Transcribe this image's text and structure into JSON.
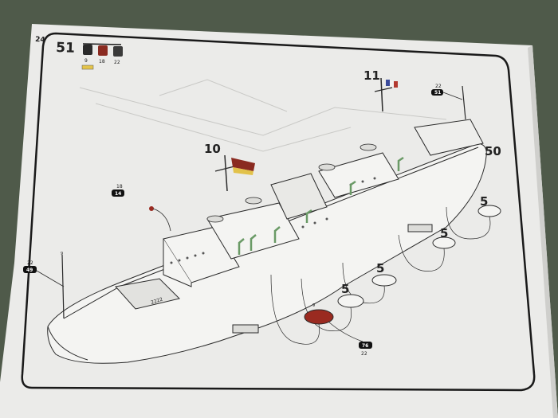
{
  "instruction_sheet": {
    "page_number": "24",
    "step_number": "51",
    "paint_codes": [
      "9",
      "18",
      "22"
    ],
    "callouts": {
      "step_10": "10",
      "step_11": "11",
      "step_50": "50",
      "boat_step": "5",
      "part_18_14_top": "18",
      "part_18_14_bottom": "14",
      "part_22_49_top": "22",
      "part_22_49_bottom": "49",
      "part_22_51_top": "22",
      "part_22_51_bottom": "51",
      "part_9_mast": "9",
      "part_76": "76",
      "part_22_under_76": "22",
      "part_9_boat": "9"
    },
    "hull_marking": "2222",
    "colors": {
      "carpet": "#4f5a4a",
      "paper": "#efefee",
      "frame": "#1a1a1a",
      "red_boat": "#9a2a20",
      "green_davit": "#7ea67a"
    }
  }
}
